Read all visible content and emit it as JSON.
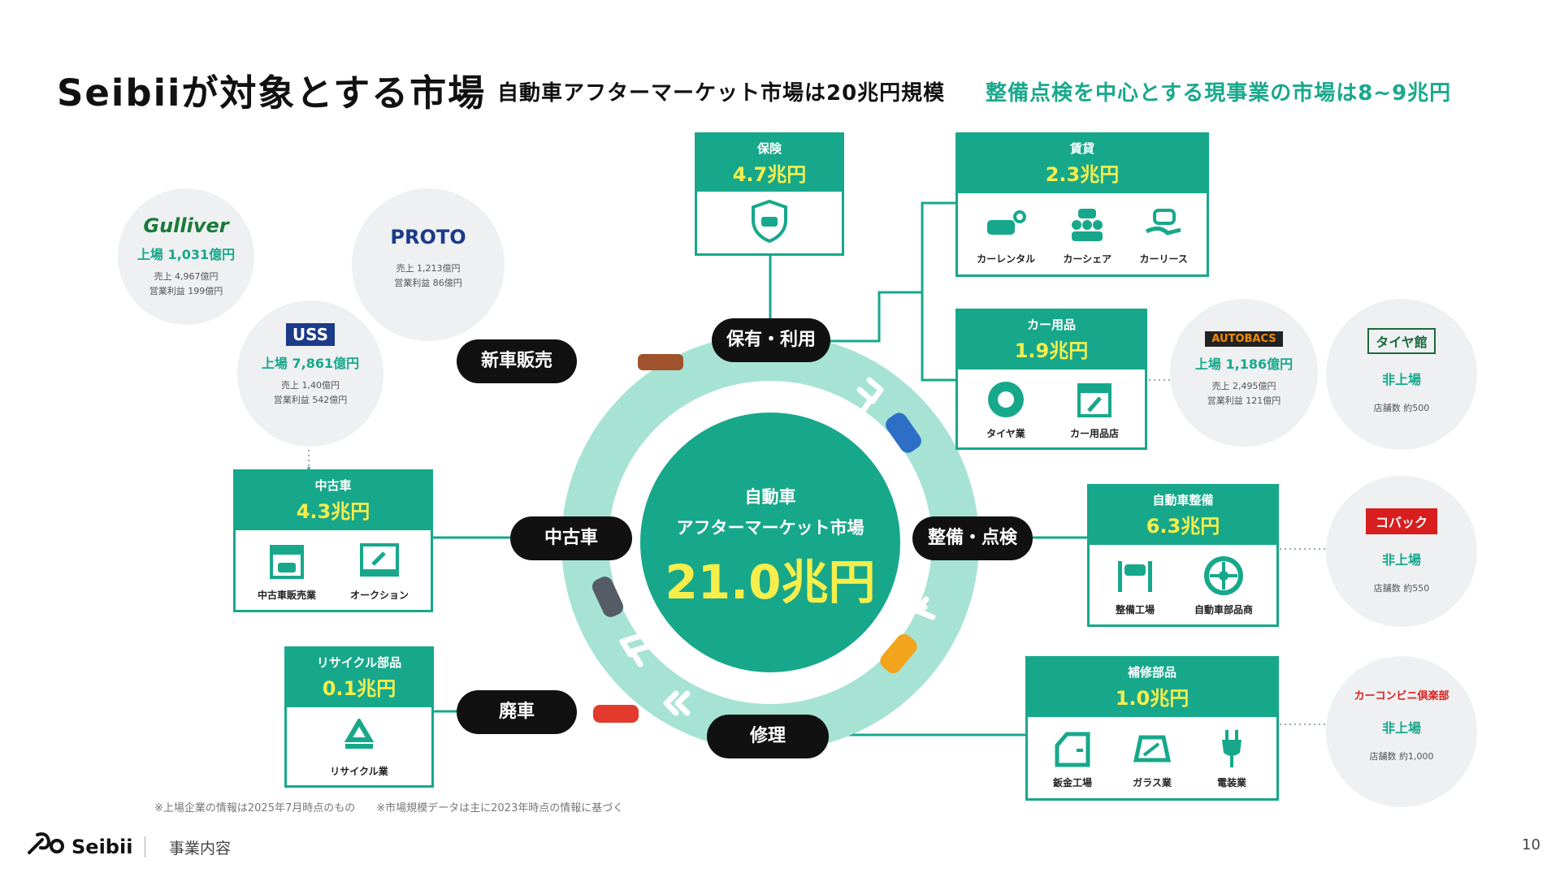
{
  "header": {
    "title": "Seibiiが対象とする市場",
    "subtitle": "自動車アフターマーケット市場は20兆円規模",
    "highlight": "整備点検を中心とする現事業の市場は8~9兆円"
  },
  "center": {
    "label1": "自動車",
    "label2": "アフターマーケット市場",
    "value": "21.0兆円"
  },
  "stages": {
    "hoyu": "保有・利用",
    "seibi": "整備・点検",
    "shuri": "修理",
    "haisha": "廃車",
    "chuko": "中古車",
    "shinsha": "新車販売"
  },
  "markets": {
    "hoken": {
      "label": "保険",
      "value": "4.7兆円"
    },
    "chintai": {
      "label": "賃貸",
      "value": "2.3兆円",
      "items": [
        "カーレンタル",
        "カーシェア",
        "カーリース"
      ]
    },
    "youhin": {
      "label": "カー用品",
      "value": "1.9兆円",
      "items": [
        "タイヤ業",
        "カー用品店"
      ]
    },
    "seibi": {
      "label": "自動車整備",
      "value": "6.3兆円",
      "items": [
        "整備工場",
        "自動車部品商"
      ]
    },
    "hoshu": {
      "label": "補修部品",
      "value": "1.0兆円",
      "items": [
        "鈑金工場",
        "ガラス業",
        "電装業"
      ]
    },
    "chuko": {
      "label": "中古車",
      "value": "4.3兆円",
      "items": [
        "中古車販売業",
        "オークション"
      ]
    },
    "recycle": {
      "label": "リサイクル部品",
      "value": "0.1兆円",
      "items": [
        "リサイクル業"
      ]
    }
  },
  "companies": {
    "gulliver": {
      "logo": "Gulliver",
      "l1": "上場 1,031億円",
      "l2": "売上 4,967億円",
      "l3": "営業利益 199億円"
    },
    "proto": {
      "logo": "PROTO",
      "l2": "売上 1,213億円",
      "l3": "営業利益 86億円"
    },
    "uss": {
      "logo": "USS",
      "l1": "上場 7,861億円",
      "l2": "売上 1,40億円",
      "l3": "営業利益 542億円"
    },
    "autobacs": {
      "logo": "AUTOBACS",
      "l1": "上場 1,186億円",
      "l2": "売上 2,495億円",
      "l3": "営業利益 121億円"
    },
    "taiyakan": {
      "logo": "タイヤ館",
      "l1": "非上場",
      "l2": "店舗数 約500"
    },
    "kobac": {
      "logo": "コバック",
      "l1": "非上場",
      "l2": "店舗数 約550"
    },
    "carcon": {
      "logo": "カーコンビニ倶楽部",
      "l1": "非上場",
      "l2": "店舗数 約1,000"
    }
  },
  "footnote": "※上場企業の情報は2025年7月時点のもの　　※市場規模データは主に2023年時点の情報に基づく",
  "footer": {
    "brand": "Seibii",
    "section": "事業内容",
    "page": "10"
  }
}
